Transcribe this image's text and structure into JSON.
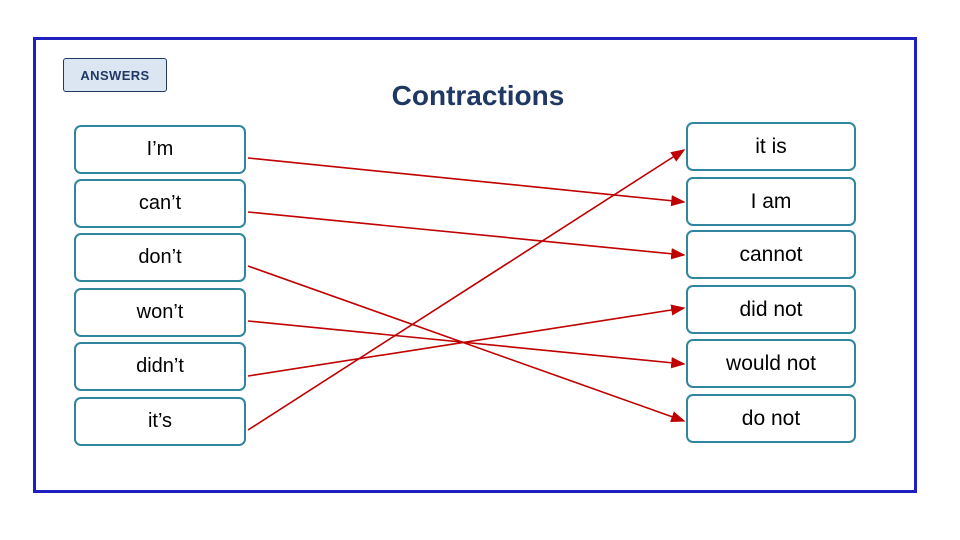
{
  "slide": {
    "badge_label": "ANSWERS",
    "title": "Contractions",
    "border_color": "#2020C0",
    "card_border_color": "#31859C",
    "line_color": "#C00000",
    "badge_bg": "#DCE6F2",
    "badge_text_color": "#1F3864"
  },
  "left_column": [
    {
      "label": "I’m"
    },
    {
      "label": "can’t"
    },
    {
      "label": "don’t"
    },
    {
      "label": "won’t"
    },
    {
      "label": "didn’t"
    },
    {
      "label": "it’s"
    }
  ],
  "right_column": [
    {
      "label": "it is"
    },
    {
      "label": "I am"
    },
    {
      "label": "cannot"
    },
    {
      "label": "did not"
    },
    {
      "label": "would not"
    },
    {
      "label": "do not"
    }
  ],
  "matches": [
    {
      "from": "I’m",
      "to": "I am"
    },
    {
      "from": "can’t",
      "to": "cannot"
    },
    {
      "from": "don’t",
      "to": "do not"
    },
    {
      "from": "won’t",
      "to": "would not"
    },
    {
      "from": "didn’t",
      "to": "did not"
    },
    {
      "from": "it’s",
      "to": "it is"
    }
  ]
}
